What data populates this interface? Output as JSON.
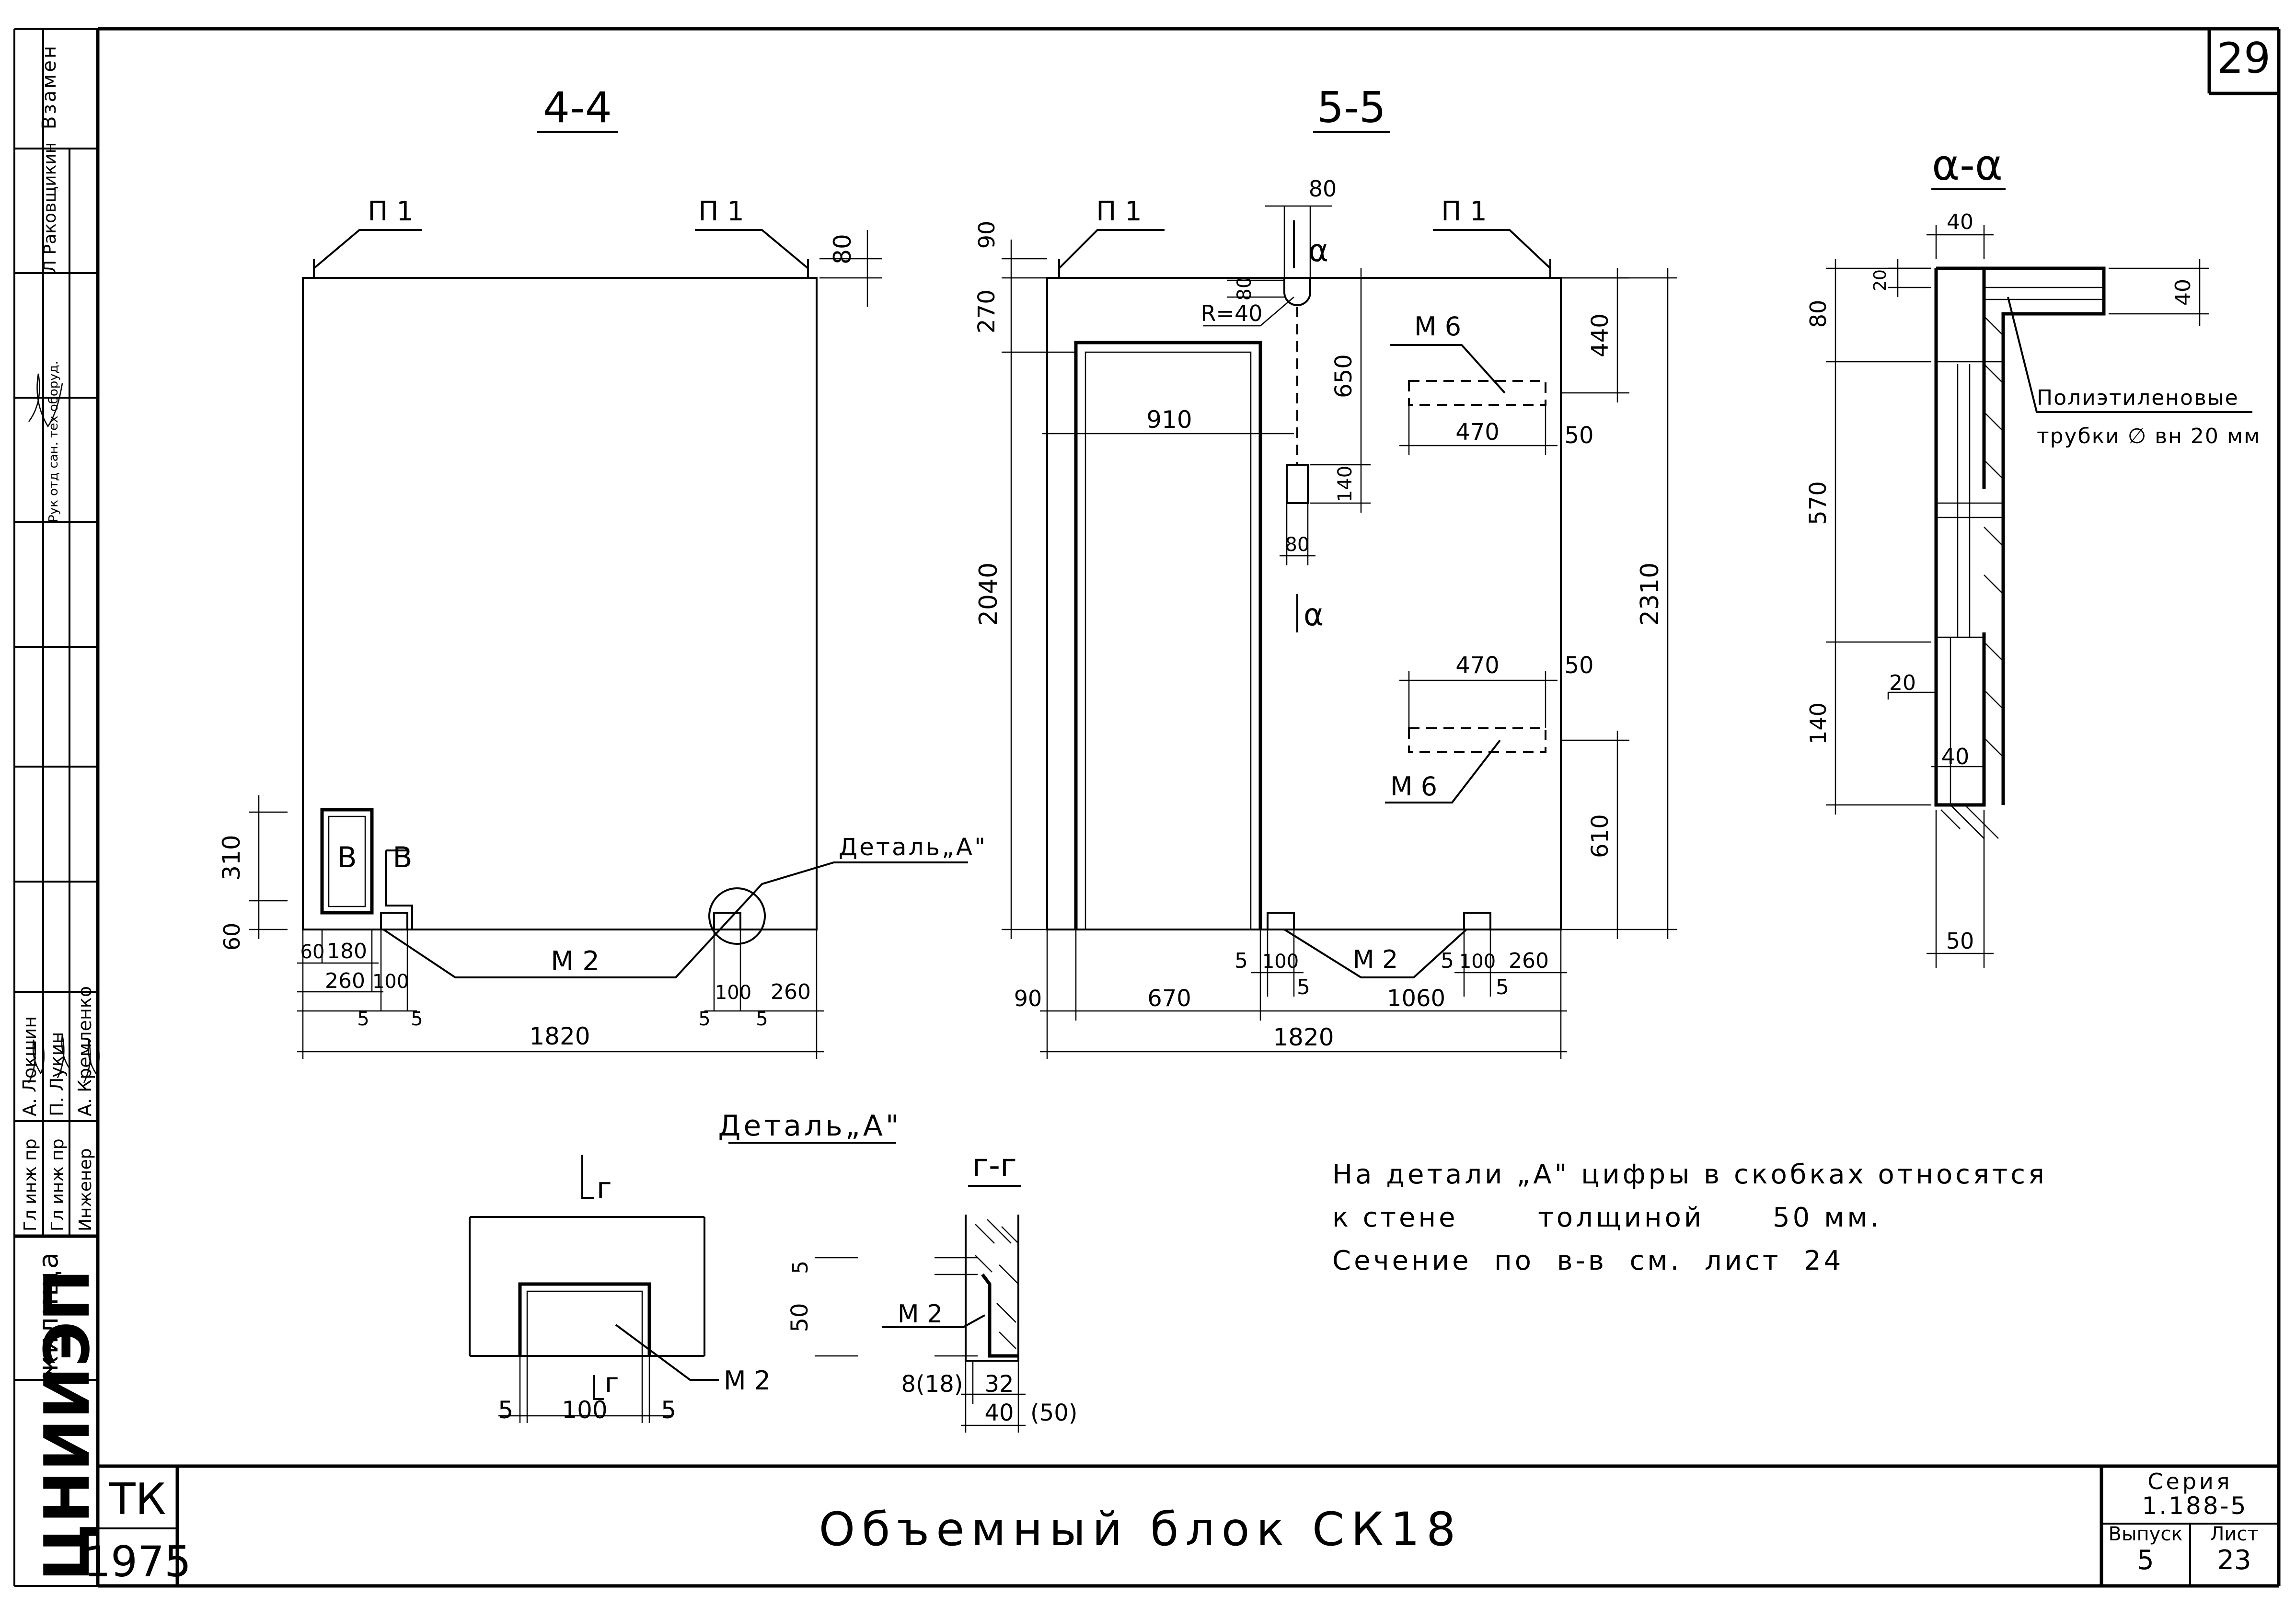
{
  "sheet": {
    "number": "29",
    "title": "Объемный блок СК18",
    "tk": "ТК",
    "year": "1975",
    "org": "ЦНИИЭП",
    "org_sub": "жилища",
    "series_label": "Серия",
    "series_value": "1.188-5",
    "issue_label": "Выпуск",
    "issue_value": "5",
    "list_label": "Лист",
    "list_value": "23"
  },
  "stamp": {
    "vzamen": "Взамен",
    "upper_role": "Рук отд сан. тех оборуд.",
    "upper_name": "Л Раковщикин",
    "roles": [
      "Гл инж пр",
      "Гл инж пр",
      "Инженер"
    ],
    "names": [
      "А. Локшин",
      "П. Лукин",
      "А. Кремленко"
    ]
  },
  "view_44": {
    "title": "4-4",
    "p1_left": "П 1",
    "p1_right": "П 1",
    "dim_top": "80",
    "dim_310": "310",
    "dim_60_side": "60",
    "label_v1": "В",
    "label_v2": "В",
    "detail_label": "Деталь„А\"",
    "m2": "М 2",
    "dims_bottom": [
      "60",
      "180",
      "260",
      "100",
      "5",
      "5",
      "100",
      "260",
      "5",
      "5"
    ],
    "total": "1820"
  },
  "view_55": {
    "title": "5-5",
    "p1_left": "П 1",
    "p1_right": "П 1",
    "dim_90_top": "90",
    "dim_270": "270",
    "dim_80_top": "80",
    "dim_80_slot": "80",
    "radius": "R=40",
    "dim_650": "650",
    "dim_910": "910",
    "dim_140": "140",
    "dim_80_plate": "80",
    "dim_2040": "2040",
    "section_a_top": "α",
    "section_a_bottom": "α",
    "m6_top": "М 6",
    "m6_bottom": "М 6",
    "dim_440": "440",
    "dim_470_top": "470",
    "dim_50_top": "50",
    "dim_2310": "2310",
    "dim_470_bottom": "470",
    "dim_50_bottom": "50",
    "dim_610": "610",
    "m2": "М 2",
    "dims_bottom": [
      "5",
      "100",
      "5",
      "5",
      "100",
      "5",
      "260"
    ],
    "dim_90": "90",
    "dim_670": "670",
    "dim_1060": "1060",
    "total": "1820"
  },
  "view_aa": {
    "title": "α-α",
    "dim_40_top": "40",
    "dim_20": "20",
    "dim_40_right": "40",
    "dim_80": "80",
    "note": [
      "Полиэтиленовые",
      "трубки ∅ вн 20 мм"
    ],
    "dim_570": "570",
    "dim_20_mid": "20",
    "dim_140": "140",
    "dim_40_mid": "40",
    "dim_50": "50"
  },
  "detail_a": {
    "title": "Деталь„А\"",
    "section_mark": "г",
    "m2": "М 2",
    "dims": [
      "5",
      "100",
      "5"
    ]
  },
  "section_gg": {
    "title": "г-г",
    "dim_5": "5",
    "dim_50": "50",
    "m2": "М 2",
    "dim_8_18": "8(18)",
    "dim_32": "32",
    "dim_40": "40",
    "dim_50_alt": "(50)"
  },
  "notes": [
    "На детали „А\" цифры в скобках относятся",
    "к стене       толщиной      50 мм.",
    "Сечение  по  в-в  см.  лист  24"
  ]
}
